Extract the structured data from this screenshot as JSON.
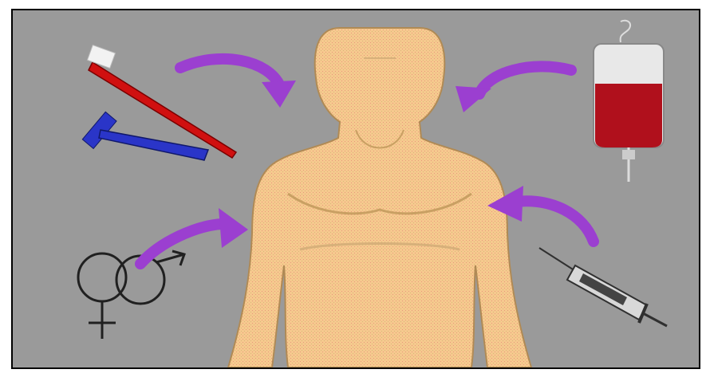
{
  "diagram": {
    "colors": {
      "background": "#9a9a9a",
      "skin": "#f6c98e",
      "skin_shade": "#c9a063",
      "arrow": "#9b3fd0",
      "toothbrush": "#d01010",
      "razor": "#2a35c8",
      "blood": "#b0101c",
      "outline": "#202020"
    },
    "figure": {
      "icon": "human-body-icon"
    },
    "sources": [
      {
        "id": "toothbrush",
        "icon": "toothbrush-icon"
      },
      {
        "id": "razor",
        "icon": "razor-icon"
      },
      {
        "id": "sexual-contact",
        "icon": "gender-symbols-icon"
      },
      {
        "id": "blood-transfusion",
        "icon": "blood-bag-icon"
      },
      {
        "id": "needle",
        "icon": "syringe-icon"
      }
    ],
    "arrows": [
      {
        "from": "toothbrush",
        "to": "body"
      },
      {
        "from": "sexual-contact",
        "to": "body"
      },
      {
        "from": "blood-transfusion",
        "to": "body"
      },
      {
        "from": "needle",
        "to": "body"
      }
    ]
  }
}
